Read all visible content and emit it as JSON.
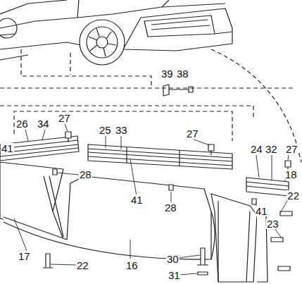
{
  "diagram": {
    "labels": [
      "39",
      "38",
      "26",
      "34",
      "27",
      "25",
      "33",
      "27",
      "24",
      "32",
      "27",
      "41",
      "28",
      "41",
      "28",
      "41",
      "22",
      "23",
      "17",
      "22",
      "16",
      "30",
      "31",
      "18"
    ]
  }
}
